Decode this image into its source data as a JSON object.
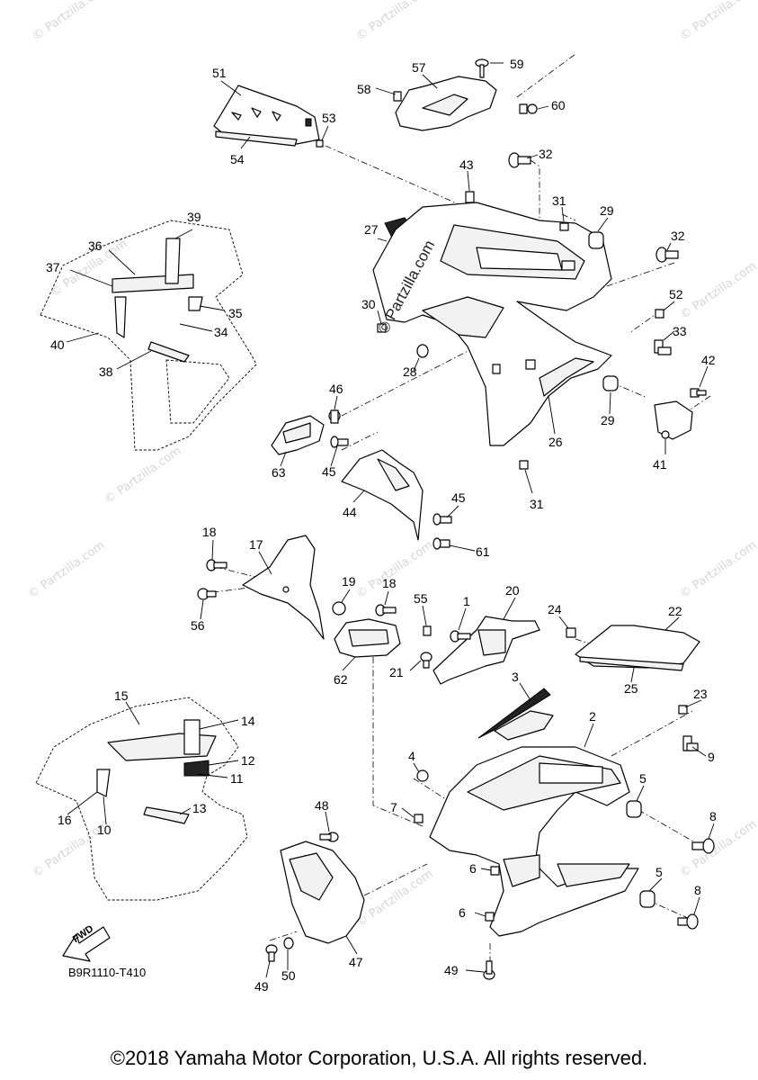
{
  "watermark_text": "© Partzilla.com",
  "diagram_code": "B9R1110-T410",
  "fwd_label": "FWD",
  "copyright": "©2018 Yamaha Motor Corporation, U.S.A. All rights reserved.",
  "callouts": {
    "n1": "1",
    "n2": "2",
    "n3": "3",
    "n4": "4",
    "n5a": "5",
    "n5b": "5",
    "n6a": "6",
    "n6b": "6",
    "n7": "7",
    "n8a": "8",
    "n8b": "8",
    "n9": "9",
    "n10": "10",
    "n11": "11",
    "n12": "12",
    "n13": "13",
    "n14": "14",
    "n15": "15",
    "n16": "16",
    "n17": "17",
    "n18a": "18",
    "n18b": "18",
    "n19": "19",
    "n20": "20",
    "n21": "21",
    "n22": "22",
    "n23": "23",
    "n24": "24",
    "n25": "25",
    "n26": "26",
    "n27": "27",
    "n28": "28",
    "n29a": "29",
    "n29b": "29",
    "n30": "30",
    "n31a": "31",
    "n31b": "31",
    "n32a": "32",
    "n32b": "32",
    "n33": "33",
    "n34": "34",
    "n35": "35",
    "n36": "36",
    "n37": "37",
    "n38": "38",
    "n39": "39",
    "n40": "40",
    "n41": "41",
    "n42": "42",
    "n43": "43",
    "n44": "44",
    "n45a": "45",
    "n45b": "45",
    "n46": "46",
    "n47": "47",
    "n48": "48",
    "n49a": "49",
    "n49b": "49",
    "n50": "50",
    "n51": "51",
    "n52": "52",
    "n53": "53",
    "n54": "54",
    "n55": "55",
    "n56": "56",
    "n57": "57",
    "n58": "58",
    "n59": "59",
    "n60": "60",
    "n61": "61",
    "n62": "62",
    "n63": "63"
  }
}
